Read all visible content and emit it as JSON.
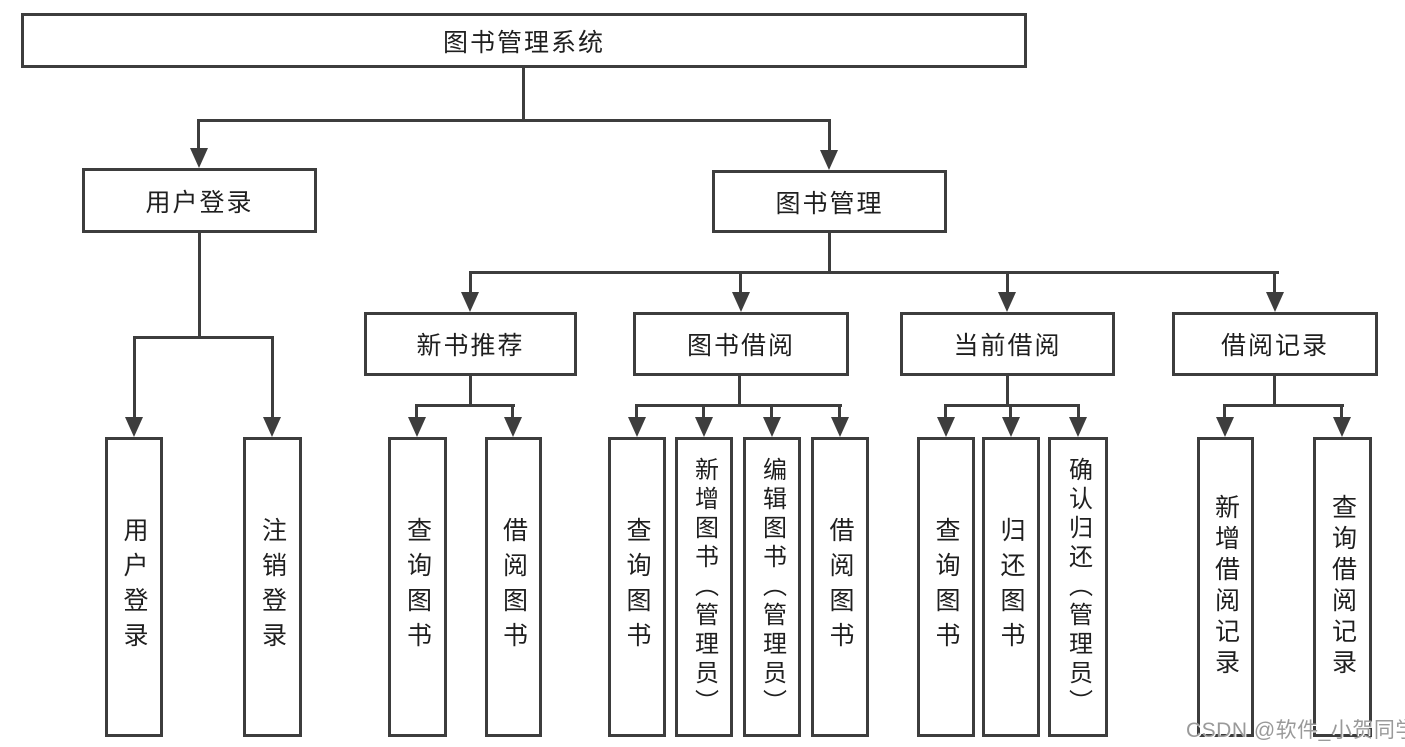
{
  "tree": {
    "root": {
      "label": "图书管理系统",
      "children": [
        {
          "label": "用户登录",
          "children": [
            {
              "label": "用户登录"
            },
            {
              "label": "注销登录"
            }
          ]
        },
        {
          "label": "图书管理",
          "children": [
            {
              "label": "新书推荐",
              "children": [
                {
                  "label": "查询图书"
                },
                {
                  "label": "借阅图书"
                }
              ]
            },
            {
              "label": "图书借阅",
              "children": [
                {
                  "label": "查询图书"
                },
                {
                  "label": "新增图书（管理员）"
                },
                {
                  "label": "编辑图书（管理员）"
                },
                {
                  "label": "借阅图书"
                }
              ]
            },
            {
              "label": "当前借阅",
              "children": [
                {
                  "label": "查询图书"
                },
                {
                  "label": "归还图书"
                },
                {
                  "label": "确认归还（管理员）"
                }
              ]
            },
            {
              "label": "借阅记录",
              "children": [
                {
                  "label": "新增借阅记录"
                },
                {
                  "label": "查询借阅记录"
                }
              ]
            }
          ]
        }
      ]
    }
  },
  "watermark": {
    "text": "CSDN @软件_小贺同学"
  },
  "colors": {
    "line": "#3d3d3d",
    "text": "#1f1f1f",
    "background": "#ffffff",
    "watermark": "#9a9a9a"
  }
}
